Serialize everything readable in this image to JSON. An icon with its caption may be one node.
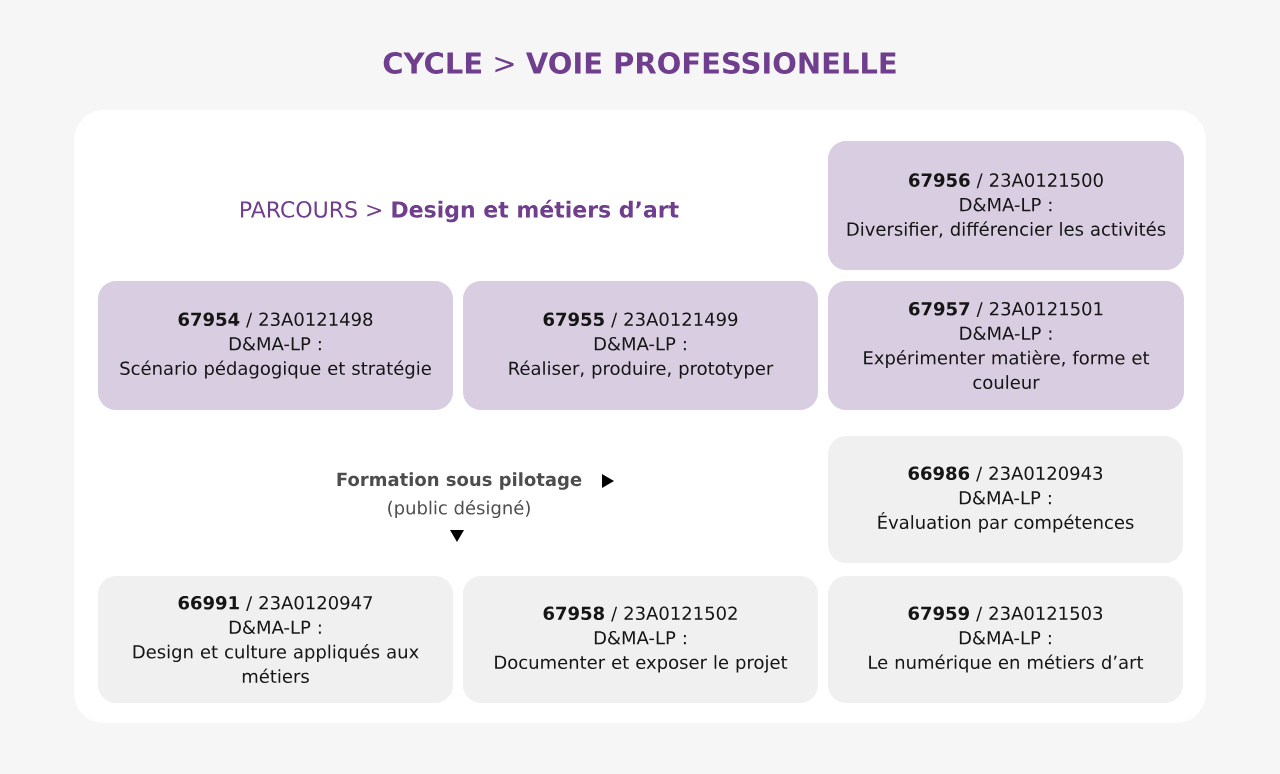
{
  "diagram": {
    "title": "**CYCLE** > **VOIE PROFESSIONELLE**",
    "nodes": [
      {
        "text": [
          "PARCOURS > **Design et métiers d’art**"
        ]
      },
      {
        "text": [
          "**67956** / 23A0121500",
          "D&MA-LP :",
          "Diversifier, différencier les activités"
        ],
        "in": 0
      },
      {
        "text": [
          "**67954** / 23A0121498",
          "D&MA-LP :",
          "Scénario pédagogique et stratégie"
        ],
        "in": 0
      },
      {
        "text": [
          "**67955** / 23A0121499",
          "D&MA-LP :",
          "Réaliser, produire, prototyper"
        ],
        "in": 0
      },
      {
        "text": [
          "**67957** / 23A0121501",
          "D&MA-LP :",
          "Expérimenter matière, forme et couleur"
        ],
        "in": 0
      },
      {
        "text": [
          "**66986** / 23A0120943",
          "D&MA-LP :",
          "Évaluation par compétences"
        ],
        "in": 0
      },
      {
        "text": [
          "**66991** / 23A0120947",
          "D&MA-LP :",
          "Design et culture appliqués aux métiers"
        ],
        "in": 0
      },
      {
        "text": [
          "**67958** / 23A0121502",
          "D&MA-LP :",
          "Documenter et exposer le projet"
        ],
        "in": 0
      },
      {
        "text": [
          "**67959** / 23A0121503",
          "D&MA-LP :",
          "Le numérique en métiers d’art"
        ],
        "in": 0
      }
    ],
    "labels": [
      "Formation sous pilotage",
      "(public désigné)"
    ]
  }
}
